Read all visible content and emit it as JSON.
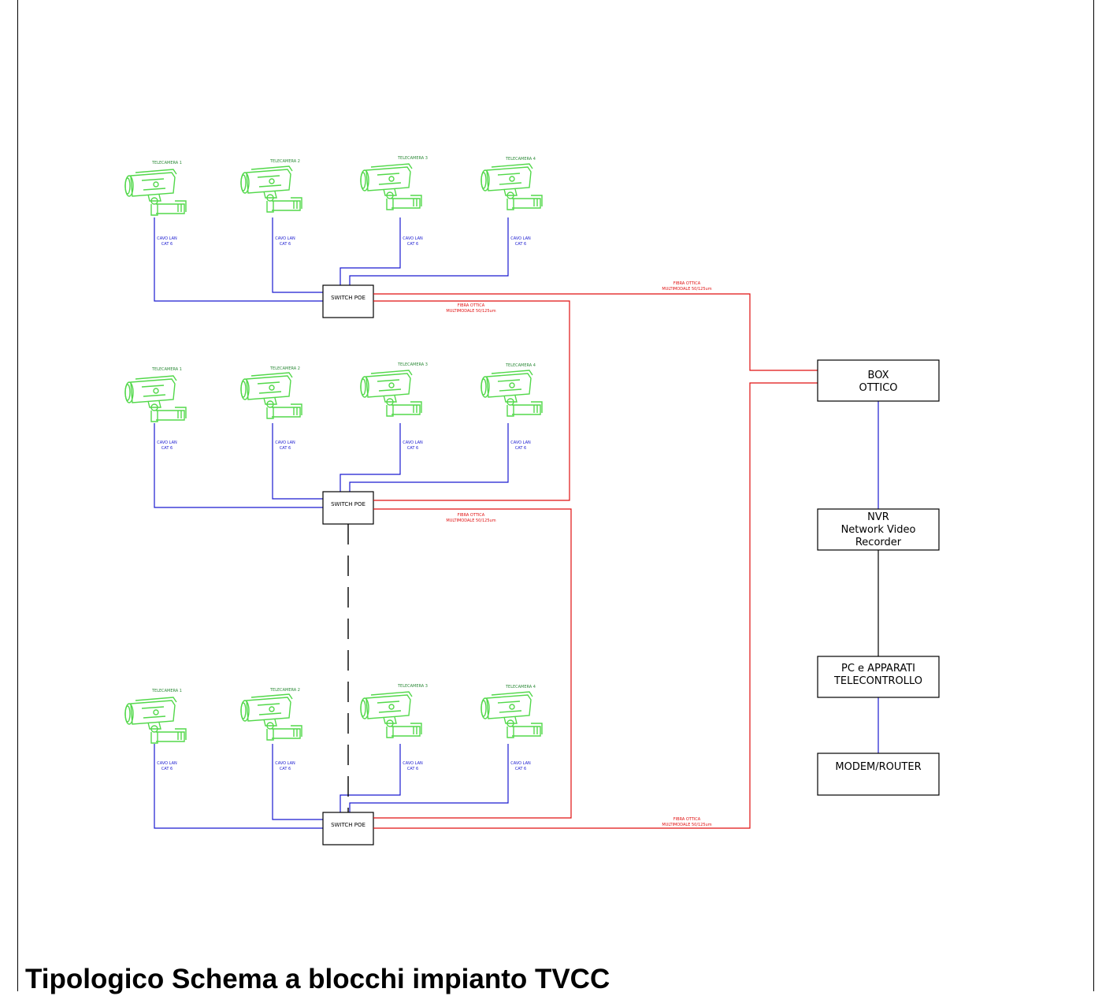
{
  "title": "Tipologico Schema a blocchi impianto TVCC",
  "colors": {
    "camera": "#52d84a",
    "camera_label": "#2e8b3a",
    "lan_cable": "#1a1ad0",
    "fiber": "#e01010",
    "dashed_link": "#000000",
    "device_link": "#000000"
  },
  "groups": [
    {
      "cameras": [
        {
          "label": "TELECAMERA 1",
          "cable": [
            "CAVO LAN",
            "CAT 6"
          ]
        },
        {
          "label": "TELECAMERA 2",
          "cable": [
            "CAVO LAN",
            "CAT 6"
          ]
        },
        {
          "label": "TELECAMERA 3",
          "cable": [
            "CAVO LAN",
            "CAT 6"
          ]
        },
        {
          "label": "TELECAMERA 4",
          "cable": [
            "CAVO LAN",
            "CAT 6"
          ]
        }
      ],
      "switch": "SWITCH POE",
      "fiber_labels": [
        [
          "FIBRA OTTICA",
          "MULTIMODALE 50/125um"
        ],
        [
          "FIBRA OTTICA",
          "MULTIMODALE 50/125um"
        ]
      ]
    },
    {
      "cameras": [
        {
          "label": "TELECAMERA 1",
          "cable": [
            "CAVO LAN",
            "CAT 6"
          ]
        },
        {
          "label": "TELECAMERA 2",
          "cable": [
            "CAVO LAN",
            "CAT 6"
          ]
        },
        {
          "label": "TELECAMERA 3",
          "cable": [
            "CAVO LAN",
            "CAT 6"
          ]
        },
        {
          "label": "TELECAMERA 4",
          "cable": [
            "CAVO LAN",
            "CAT 6"
          ]
        }
      ],
      "switch": "SWITCH POE",
      "fiber_labels": [
        [
          "FIBRA OTTICA",
          "MULTIMODALE 50/125um"
        ]
      ]
    },
    {
      "cameras": [
        {
          "label": "TELECAMERA 1",
          "cable": [
            "CAVO LAN",
            "CAT 6"
          ]
        },
        {
          "label": "TELECAMERA 2",
          "cable": [
            "CAVO LAN",
            "CAT 6"
          ]
        },
        {
          "label": "TELECAMERA 3",
          "cable": [
            "CAVO LAN",
            "CAT 6"
          ]
        },
        {
          "label": "TELECAMERA 4",
          "cable": [
            "CAVO LAN",
            "CAT 6"
          ]
        }
      ],
      "switch": "SWITCH POE",
      "fiber_labels": [
        [
          "FIBRA OTTICA",
          "MULTIMODALE 50/125um"
        ]
      ]
    }
  ],
  "blocks": [
    {
      "name": "box-ottico",
      "lines": [
        "BOX",
        "OTTICO"
      ]
    },
    {
      "name": "nvr",
      "lines": [
        "NVR",
        "Network Video",
        "Recorder"
      ]
    },
    {
      "name": "pc-telecontrollo",
      "lines": [
        "PC e APPARATI",
        "TELECONTROLLO"
      ]
    },
    {
      "name": "modem-router",
      "lines": [
        "MODEM/ROUTER"
      ]
    }
  ]
}
